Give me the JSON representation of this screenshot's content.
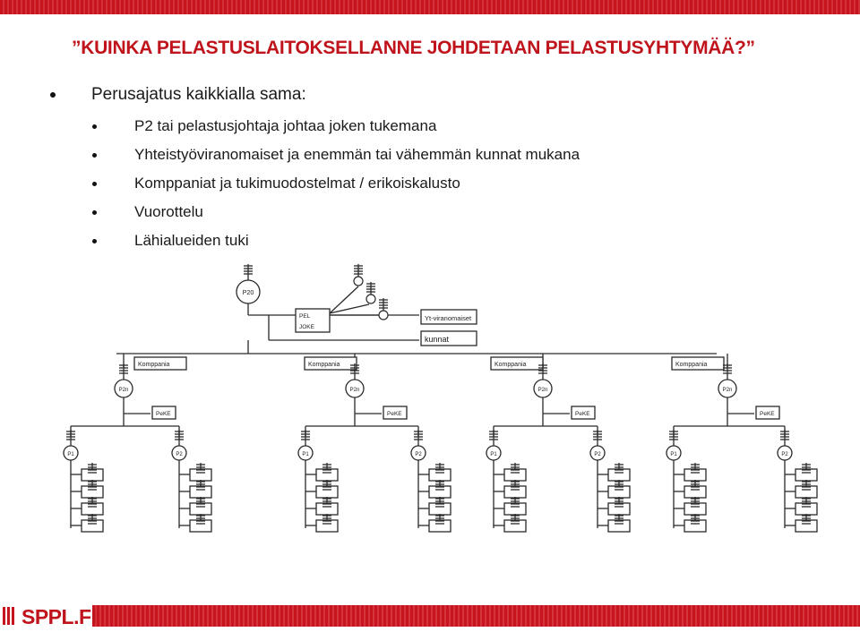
{
  "slide": {
    "title": "”KUINKA PELASTUSLAITOKSELLANNE JOHDETAAN PELASTUSYHTYMÄÄ?”"
  },
  "bullets": {
    "main": "Perusajatus kaikkialla sama:",
    "sub": [
      "P2 tai pelastusjohtaja johtaa joken tukemana",
      "Yhteistyöviranomaiset ja enemmän tai vähemmän kunnat mukana",
      "Komppaniat ja tukimuodostelmat / erikoiskalusto",
      "Vuorottelu",
      "Lähialueiden tuki"
    ]
  },
  "diagram": {
    "top_node": "P20",
    "staff_box": [
      "PEL",
      "JOKE"
    ],
    "side_boxes": [
      "Yt-viranomaiset",
      "kunnat"
    ],
    "company_label": "Komppania",
    "company_leader": "P2n",
    "support_label": "PeKE",
    "platoon_leaders": [
      "P1",
      "P2"
    ],
    "companies": 4,
    "units_per_platoon": 4
  },
  "footer": {
    "brand": "SPPL.FI"
  },
  "colors": {
    "accent_red": "#c0141c",
    "band_red": "#c8141e",
    "diagram_ink": "#2a2a2a"
  }
}
